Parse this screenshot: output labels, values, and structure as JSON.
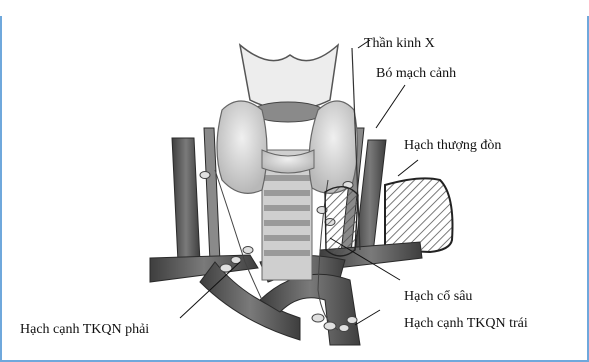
{
  "header": {
    "clipped_title": ""
  },
  "labels": {
    "vagus_nerve": "Thần kinh X",
    "carotid_bundle": "Bó mạch cảnh",
    "supraclavicular_nodes": "Hạch thượng đòn",
    "deep_cervical_nodes": "Hạch cổ sâu",
    "right_recurrent_nodes": "Hạch cạnh TKQN phải",
    "left_recurrent_nodes": "Hạch cạnh TKQN trái"
  },
  "colors": {
    "frame_border": "#6fa8dc",
    "vessel_fill": "#6b6b6b",
    "vessel_dark": "#3e3e3e",
    "thyroid_fill": "#d4d4d4",
    "cartilage_fill": "#e8e8e8",
    "hatch": "#555555"
  }
}
